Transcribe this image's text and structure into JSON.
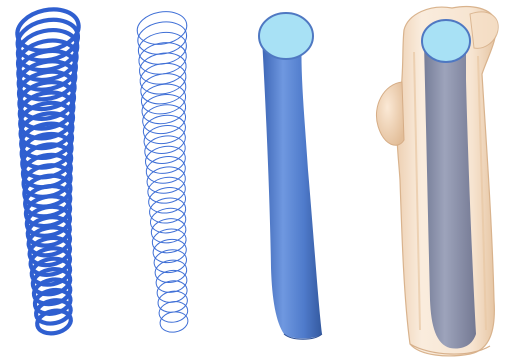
{
  "figure": {
    "panels": [
      {
        "id": "thick-rings",
        "label": ""
      },
      {
        "id": "thin-rings",
        "label": ""
      },
      {
        "id": "smooth-tube",
        "label": ""
      },
      {
        "id": "translucent-limb",
        "label": ""
      }
    ],
    "colors": {
      "ring_blue": "#2f5fd0",
      "ring_blue_dark": "#1f48b8",
      "ring_outline": "#3f6fd6",
      "tube_blue": "#5a86d4",
      "tube_blue_dark": "#3c66b4",
      "cap_cyan": "#a8e1f5",
      "skin": "#f2d4b4",
      "skin_edge": "#d8b08a",
      "bone_grey": "#7a86a8"
    },
    "ring_count_thick": 30,
    "ring_count_thin": 30
  }
}
